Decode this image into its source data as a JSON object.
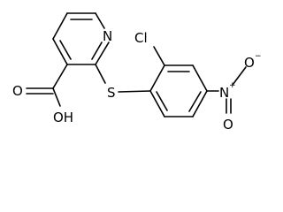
{
  "molecule": {
    "atoms": {
      "pyridine_n": "N",
      "chlorine": "Cl",
      "sulfur": "S",
      "nitro_n": "N",
      "nitro_n_charge": "+",
      "nitro_o_right": "O",
      "nitro_o_right_charge": "−",
      "nitro_o_bottom": "O",
      "hydroxyl": "OH",
      "carbonyl_o": "O"
    }
  }
}
